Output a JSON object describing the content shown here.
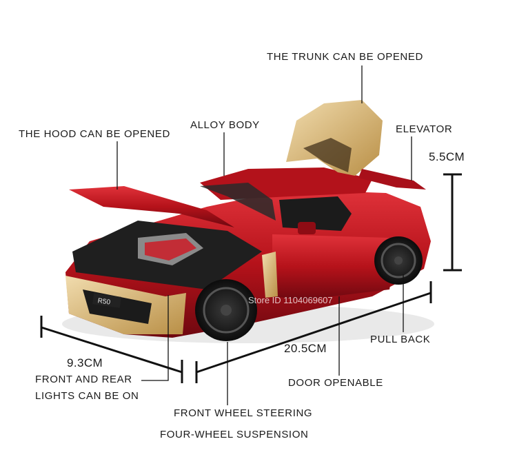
{
  "labels": {
    "trunk": "THE TRUNK CAN BE OPENED",
    "hood": "THE HOOD CAN BE OPENED",
    "alloy": "ALLOY BODY",
    "elevator": "ELEVATOR",
    "pull_back": "PULL BACK",
    "lights_line1": "FRONT AND REAR",
    "lights_line2": "LIGHTS CAN BE ON",
    "door": "DOOR OPENABLE",
    "steering": "FRONT WHEEL STEERING",
    "suspension": "FOUR-WHEEL SUSPENSION"
  },
  "dimensions": {
    "height": "5.5CM",
    "length": "20.5CM",
    "width": "9.3CM"
  },
  "watermark": "Store ID 1104069607",
  "plate_text": "R50",
  "colors": {
    "body_red": "#c0141c",
    "body_dark_red": "#7a0a10",
    "gold": "#d9b873",
    "tire": "#151515",
    "line": "#111111"
  }
}
